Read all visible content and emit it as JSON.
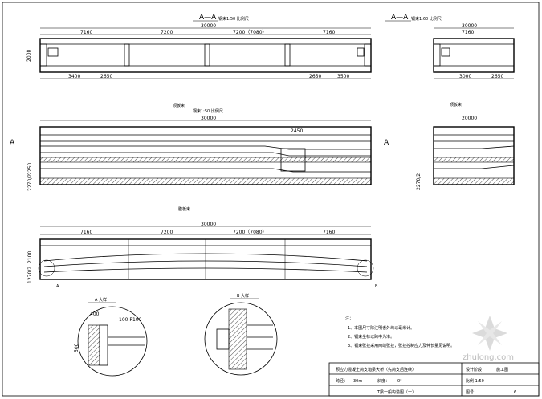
{
  "sections": {
    "aa_main": {
      "title": "A—A",
      "scale": "钢束1:50 比例尺"
    },
    "aa_side": {
      "title": "A—A",
      "scale": "钢束1:60 比例尺"
    }
  },
  "dims": {
    "total_30000": "30000",
    "total_30000_side": "30000",
    "span_7160_a": "7160",
    "span_7200_a": "7200",
    "span_7200_7080": "7200（7080）",
    "span_7160_b": "7160",
    "side_7160": "7160",
    "dim_2000": "2000",
    "dim_3400": "3400",
    "dim_2650_a": "2650",
    "dim_2650_b": "2650",
    "dim_3500": "3500",
    "side_3000": "3000",
    "side_2650": "2650",
    "plan_30000": "30000",
    "plan_2450": "2450",
    "plan_2250": "2250",
    "plan_2270": "2270/2",
    "bot_30000": "30000",
    "bot_7160": "7160",
    "bot_7200": "7200",
    "bot_7200_7080": "7200（7080）",
    "bot_7160_b": "7160",
    "dim_2100": "2100",
    "dim_1270": "1270/2",
    "detail_400": "400",
    "detail_100": "100 P100",
    "detail_500": "500",
    "side_20000": "20000",
    "side_2270": "2270/2"
  },
  "views": {
    "top_plan_label": "顶板束",
    "top_plan_sub": "钢束1:50 比例尺",
    "side_top_label": "顶板束",
    "bottom_label": "腹板束",
    "detail_a_title": "A 大样",
    "detail_b_title": "B 大样",
    "marker_a": "A",
    "marker_b": "B"
  },
  "notes": {
    "heading": "注：",
    "items": [
      "1、本图尺寸除注明者外均以毫米计。",
      "2、钢束坐标以跨中为准。",
      "3、钢束张拉采用两端张拉，张拉控制应力及伸长量见说明。"
    ]
  },
  "titleblock": {
    "project": "预应力混凝土简支箱梁大桥（先简支后连续）",
    "span_label": "跨径：",
    "span_value": "30m",
    "skew_label": "斜度：",
    "skew_value": "0°",
    "drawing_name": "T梁一般构造图（一）",
    "design_label": "设计阶段",
    "design_value": "施工图",
    "sheet_label": "图号：",
    "sheet_value": "6",
    "ratio": "比例 1:50"
  },
  "watermark": "zhulong.com"
}
